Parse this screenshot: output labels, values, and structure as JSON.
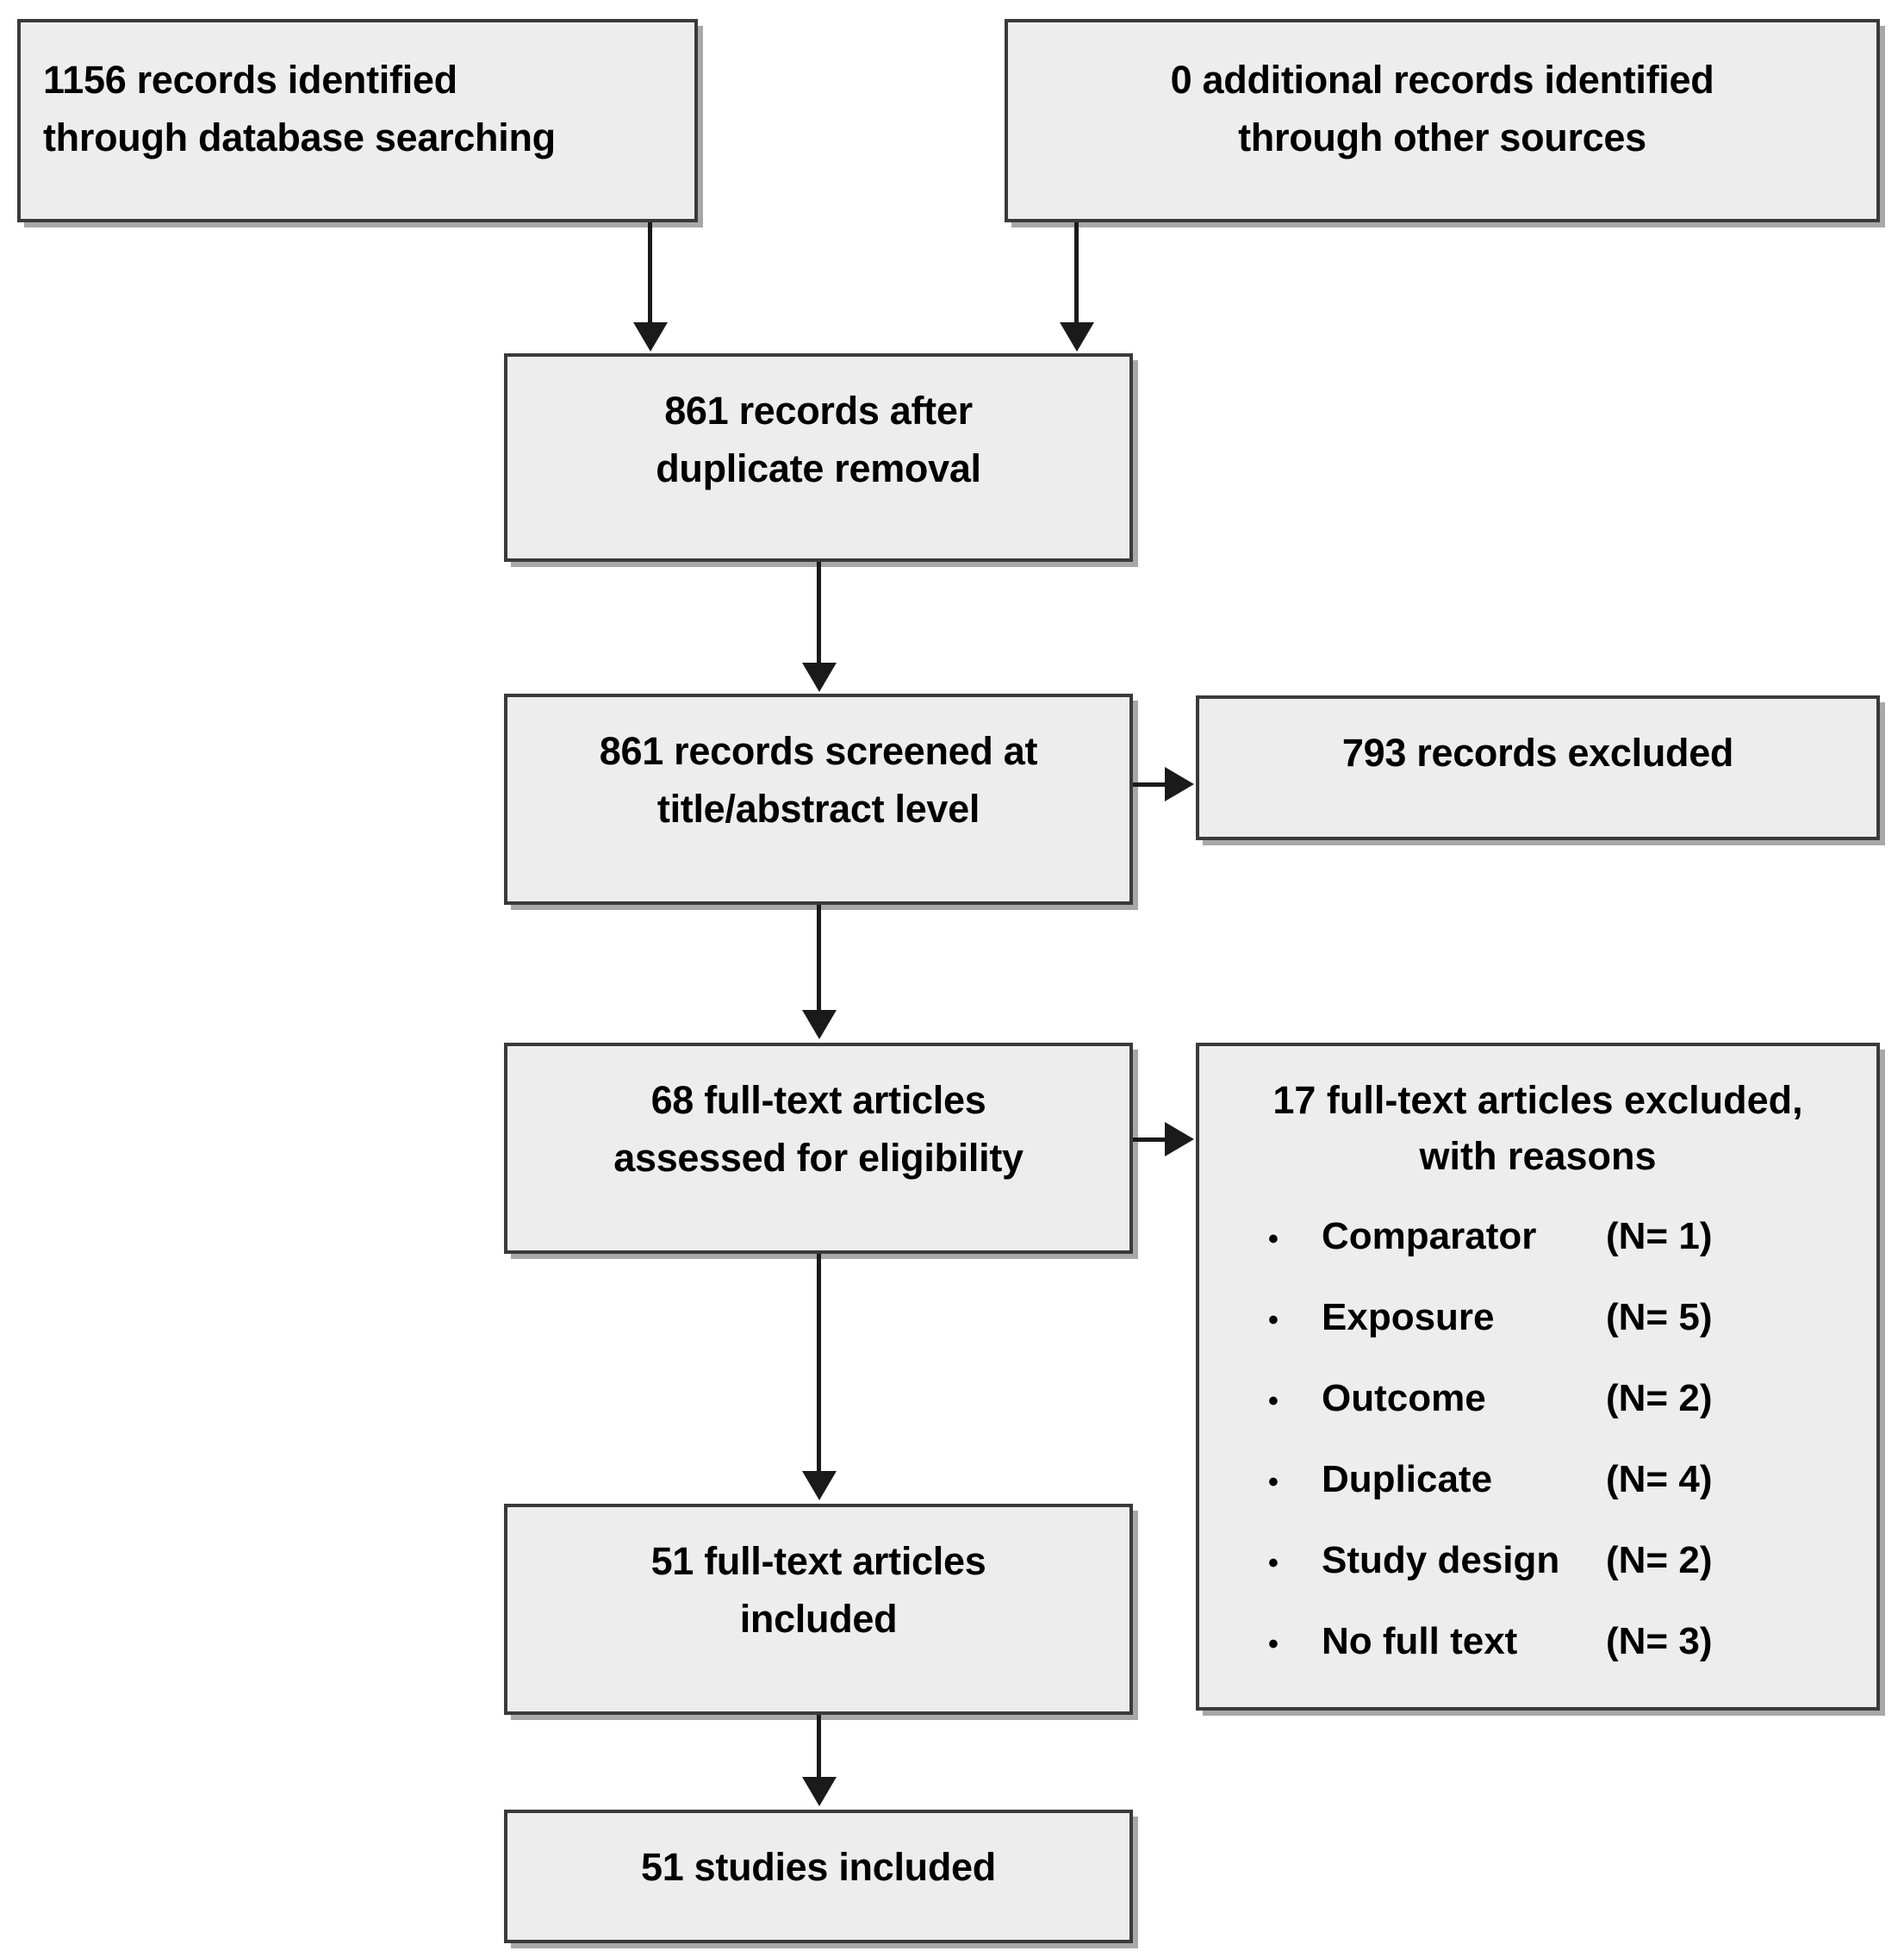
{
  "diagram": {
    "type": "prisma-flow-diagram",
    "colors": {
      "box_fill": "#ededed",
      "box_border": "#3a3a3a",
      "box_shadow": "#a8a8a8",
      "connector": "#1a1a1a",
      "text": "#000000",
      "background": "#ffffff"
    },
    "nodes": {
      "identified_db": {
        "lines": [
          "1156 records identified",
          "through database searching"
        ],
        "count": 1156
      },
      "identified_other": {
        "lines": [
          "0 additional records identified",
          "through other sources"
        ],
        "count": 0
      },
      "after_duplicates": {
        "lines": [
          "861 records after",
          "duplicate removal"
        ],
        "count": 861
      },
      "screened": {
        "lines": [
          "861 records screened at",
          "title/abstract level"
        ],
        "count": 861
      },
      "records_excluded": {
        "lines": [
          "793 records excluded"
        ],
        "count": 793
      },
      "fulltext_assessed": {
        "lines": [
          "68 full-text articles",
          "assessed for eligibility"
        ],
        "count": 68
      },
      "fulltext_excluded": {
        "heading_lines": [
          "17 full-text articles excluded,",
          "with reasons"
        ],
        "count": 17,
        "bullet_glyph": "•",
        "reasons": [
          {
            "label": "Comparator",
            "count_text": "(N= 1)",
            "count": 1
          },
          {
            "label": "Exposure",
            "count_text": "(N= 5)",
            "count": 5
          },
          {
            "label": "Outcome",
            "count_text": "(N= 2)",
            "count": 2
          },
          {
            "label": "Duplicate",
            "count_text": "(N= 4)",
            "count": 4
          },
          {
            "label": "Study design",
            "count_text": "(N= 2)",
            "count": 2
          },
          {
            "label": "No full text",
            "count_text": "(N= 3)",
            "count": 3
          }
        ]
      },
      "fulltext_included": {
        "lines": [
          "51 full-text articles",
          "included"
        ],
        "count": 51
      },
      "studies_included": {
        "lines": [
          "51 studies included"
        ],
        "count": 51
      }
    }
  }
}
